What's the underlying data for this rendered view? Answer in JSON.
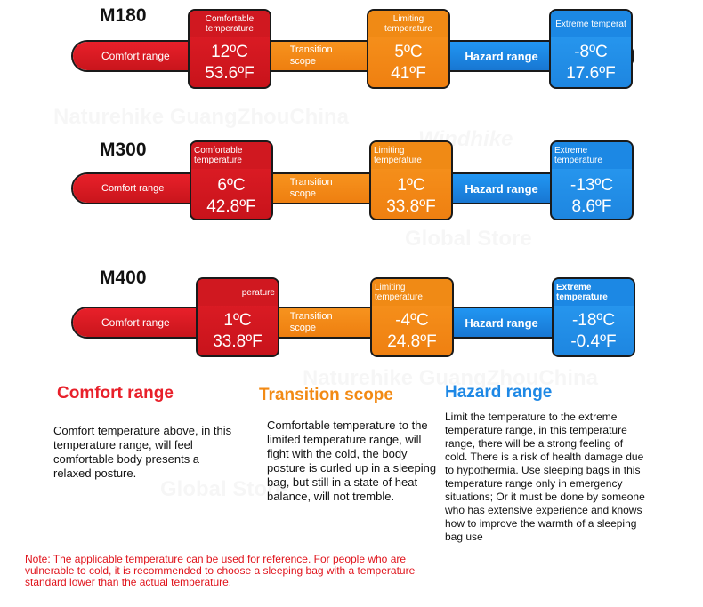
{
  "watermarks": [
    "Naturehike GuangZhouChina",
    "Global Store",
    "Windhike",
    "Naturehike GuangZhouChina",
    "Global Store"
  ],
  "models": [
    {
      "title": "M180",
      "comfort_label": "Comfortable temperature",
      "comfort_value_c": "12ºC",
      "comfort_value_f": "53.6ºF",
      "limit_label": "Limiting temperature",
      "limit_value_c": "5ºC",
      "limit_value_f": "41ºF",
      "extreme_label": "Extreme temperat",
      "extreme_value_c": "-8ºC",
      "extreme_value_f": "17.6ºF",
      "comfort_range": "Comfort range",
      "transition": "Transition scope",
      "hazard": "Hazard range"
    },
    {
      "title": "M300",
      "comfort_label": "Comfortable temperature",
      "comfort_value_c": "6ºC",
      "comfort_value_f": "42.8ºF",
      "limit_label": "Limiting temperature",
      "limit_value_c": "1ºC",
      "limit_value_f": "33.8ºF",
      "extreme_label": "Extreme temperature",
      "extreme_value_c": "-13ºC",
      "extreme_value_f": "8.6ºF",
      "comfort_range": "Comfort range",
      "transition": "Transition scope",
      "hazard": "Hazard range"
    },
    {
      "title": "M400",
      "comfort_label": "perature",
      "comfort_value_c": "1ºC",
      "comfort_value_f": "33.8ºF",
      "limit_label": "Limiting temperature",
      "limit_value_c": "-4ºC",
      "limit_value_f": "24.8ºF",
      "extreme_label": "Extreme temperature",
      "extreme_value_c": "-18ºC",
      "extreme_value_f": "-0.4ºF",
      "comfort_range": "Comfort range",
      "transition": "Transition scope",
      "hazard": "Hazard range"
    }
  ],
  "legend": {
    "comfort": {
      "heading": "Comfort range",
      "color": "#e8202a",
      "text": "Comfort temperature above, in this temperature range, will feel comfortable body presents a relaxed posture."
    },
    "transition": {
      "heading": "Transition scope",
      "color": "#f28a14",
      "text": "Comfortable temperature to the limited temperature range, will fight with the cold, the body posture is curled up in a sleeping bag, but still in a state of heat balance, will not tremble."
    },
    "hazard": {
      "heading": "Hazard range",
      "color": "#1e88e5",
      "text": "Limit the temperature to the extreme temperature range, in this temperature range, there will be a strong feeling of cold. There is a risk of health damage due to hypothermia. Use sleeping bags in this temperature range only in emergency situations; Or it must be done by someone who has extensive experience and knows how to improve the warmth of a sleeping bag use"
    }
  },
  "note": "Note: The applicable temperature can be used for reference. For people who are vulnerable to cold, it is recommended to choose a sleeping bag with a temperature standard lower than the actual temperature."
}
